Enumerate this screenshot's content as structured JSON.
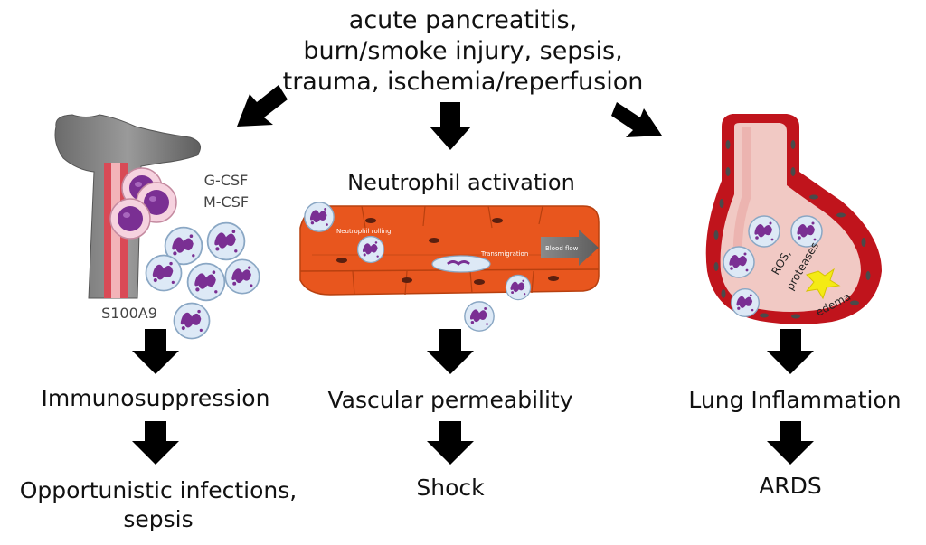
{
  "causes": {
    "line1": "acute pancreatitis,",
    "line2": "burn/smoke injury, sepsis,",
    "line3": "trauma, ischemia/reperfusion"
  },
  "left": {
    "cytokine1": "G-CSF",
    "cytokine2": "M-CSF",
    "protein": "S100A9",
    "outcome1": "Immunosuppression",
    "outcome2_line1": "Opportunistic infections,",
    "outcome2_line2": "sepsis"
  },
  "center": {
    "title": "Neutrophil activation",
    "label_rolling": "Neutrophil rolling",
    "label_flow": "Blood flow",
    "label_transmigration": "Transmigration",
    "outcome1": "Vascular permeability",
    "outcome2": "Shock"
  },
  "right": {
    "label_ros1": "ROS,",
    "label_ros2": "proteases",
    "label_edema": "edema",
    "outcome1": "Lung Inflammation",
    "outcome2": "ARDS"
  },
  "colors": {
    "arrow": "#000000",
    "vessel_orange": "#e8561e",
    "vessel_red": "#c0141c",
    "alveolus_pink": "#f1c9c4",
    "neutrophil_nucleus": "#7a2f93",
    "cell_body": "#d7e6f4"
  }
}
